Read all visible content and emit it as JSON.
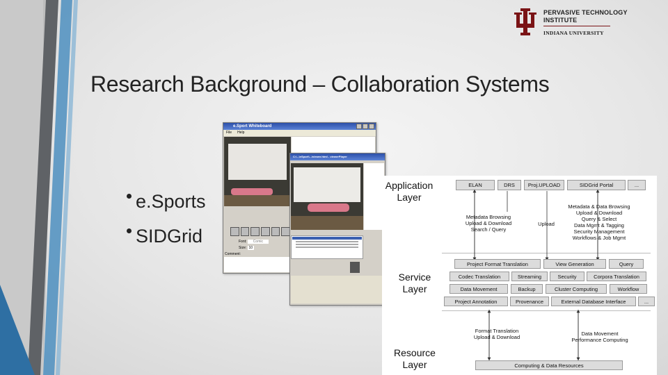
{
  "slide": {
    "title": "Research Background – Collaboration Systems",
    "bullets": [
      "e.Sports",
      "SIDGrid"
    ]
  },
  "logo": {
    "line1": "PERVASIVE TECHNOLOGY",
    "line2": "INSTITUTE",
    "line3": "INDIANA UNIVERSITY",
    "icon": "iu-trident-icon",
    "color": "#7a1315"
  },
  "screenshots": {
    "whiteboard": {
      "title": "e.Sport Whiteboard",
      "menu": [
        "File",
        "Help"
      ],
      "font_label": "Font:",
      "font_value": "Comic",
      "size_label": "Size:",
      "size_value": "10",
      "comment_label": "Comment:"
    },
    "viewer": {
      "title": "C:\\...\\eSport\\...\\viewer.html - viewerPlayer"
    }
  },
  "diagram": {
    "layers": {
      "application": "Application Layer",
      "service": "Service Layer",
      "resource": "Resource Layer"
    },
    "app_boxes": [
      "ELAN",
      "DRS",
      "Proj.UPLOAD",
      "SIDGrid Portal",
      "..."
    ],
    "app_notes": {
      "left": [
        "Metadata Browsing",
        "Upload & Download",
        "Search / Query"
      ],
      "middle": [
        "Upload"
      ],
      "right": [
        "Metadata & Data Browsing",
        "Upload & Download",
        "Query & Select",
        "Data Mgmt & Tagging",
        "Security Management",
        "Workflows & Job Mgmt"
      ]
    },
    "service_rows": [
      [
        "Project Format Translation",
        "View Generation",
        "Query"
      ],
      [
        "Codec Translation",
        "Streaming",
        "Security",
        "Corpora Translation"
      ],
      [
        "Data Movement",
        "Backup",
        "Cluster Computing",
        "Workflow"
      ],
      [
        "Project Annotation",
        "Provenance",
        "External Database Interface",
        "..."
      ]
    ],
    "resource_notes": {
      "left": [
        "Format Translation",
        "Upload & Download"
      ],
      "right": [
        "Data Movement",
        "Performance Computing"
      ]
    },
    "resource_box": "Computing & Data Resources"
  }
}
